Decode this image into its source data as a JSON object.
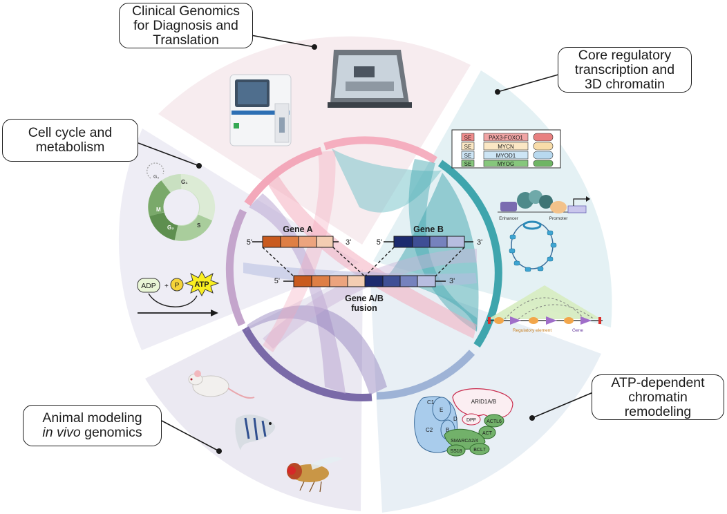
{
  "callouts": {
    "clinical": {
      "line1": "Clinical Genomics",
      "line2": "for Diagnosis and",
      "line3": "Translation"
    },
    "core": {
      "line1": "Core regulatory",
      "line2": "transcription and",
      "line3": "3D chromatin"
    },
    "cellcycle": {
      "line1": "Cell cycle and",
      "line2": "metabolism"
    },
    "atp": {
      "line1": "ATP-dependent",
      "line2": "chromatin",
      "line3": "remodeling"
    },
    "animal": {
      "line1": "Animal modeling",
      "line2_italic": "in vivo",
      "line2_rest": " genomics"
    }
  },
  "fusion": {
    "gene_a": "Gene A",
    "gene_b": "Gene B",
    "five_prime": "5'",
    "three_prime": "3'",
    "fusion_line1": "Gene A/B",
    "fusion_line2": "fusion"
  },
  "cell_cycle": {
    "g0": "G₀",
    "g1": "G₁",
    "s": "S",
    "g2": "G₂",
    "m": "M"
  },
  "metabolism": {
    "adp": "ADP",
    "plus": "+",
    "p": "P",
    "atp": "ATP"
  },
  "regulatory": {
    "se": "SE",
    "genes": [
      "PAX3-FOXO1",
      "MYCN",
      "MYOD1",
      "MYOG"
    ],
    "enhancer": "Enhancer",
    "promoter": "Promoter",
    "regulatory_element": "Regulatory element",
    "gene": "Gene"
  },
  "baf": {
    "arid": "ARID1A/B",
    "dpf": "DPF",
    "actl6": "ACTL6",
    "act": "ACT",
    "smarca": "SMARCA2/4",
    "bcl7": "BCL7",
    "ss18": "SS18",
    "c1": "C1",
    "e": "E",
    "d": "D",
    "c2": "C2",
    "b": "B"
  },
  "colors": {
    "clinical_sector": "#f7ecef",
    "core_sector": "#e4f1f4",
    "cell_sector": "#eeedf5",
    "animal_sector": "#eceaf2",
    "atp_sector": "#e8eff5",
    "arc_pink": "#f4a7b9",
    "arc_teal": "#3fa5ad",
    "arc_purple": "#8a7bb4",
    "arc_lilac": "#c4a5cc",
    "arc_blue": "#9eb3d6",
    "gene_a": [
      "#c95a1e",
      "#de7f45",
      "#eca47e",
      "#f3cdb2"
    ],
    "gene_b": [
      "#1c2a6e",
      "#3f4f95",
      "#7682bd",
      "#b7bde0"
    ]
  }
}
